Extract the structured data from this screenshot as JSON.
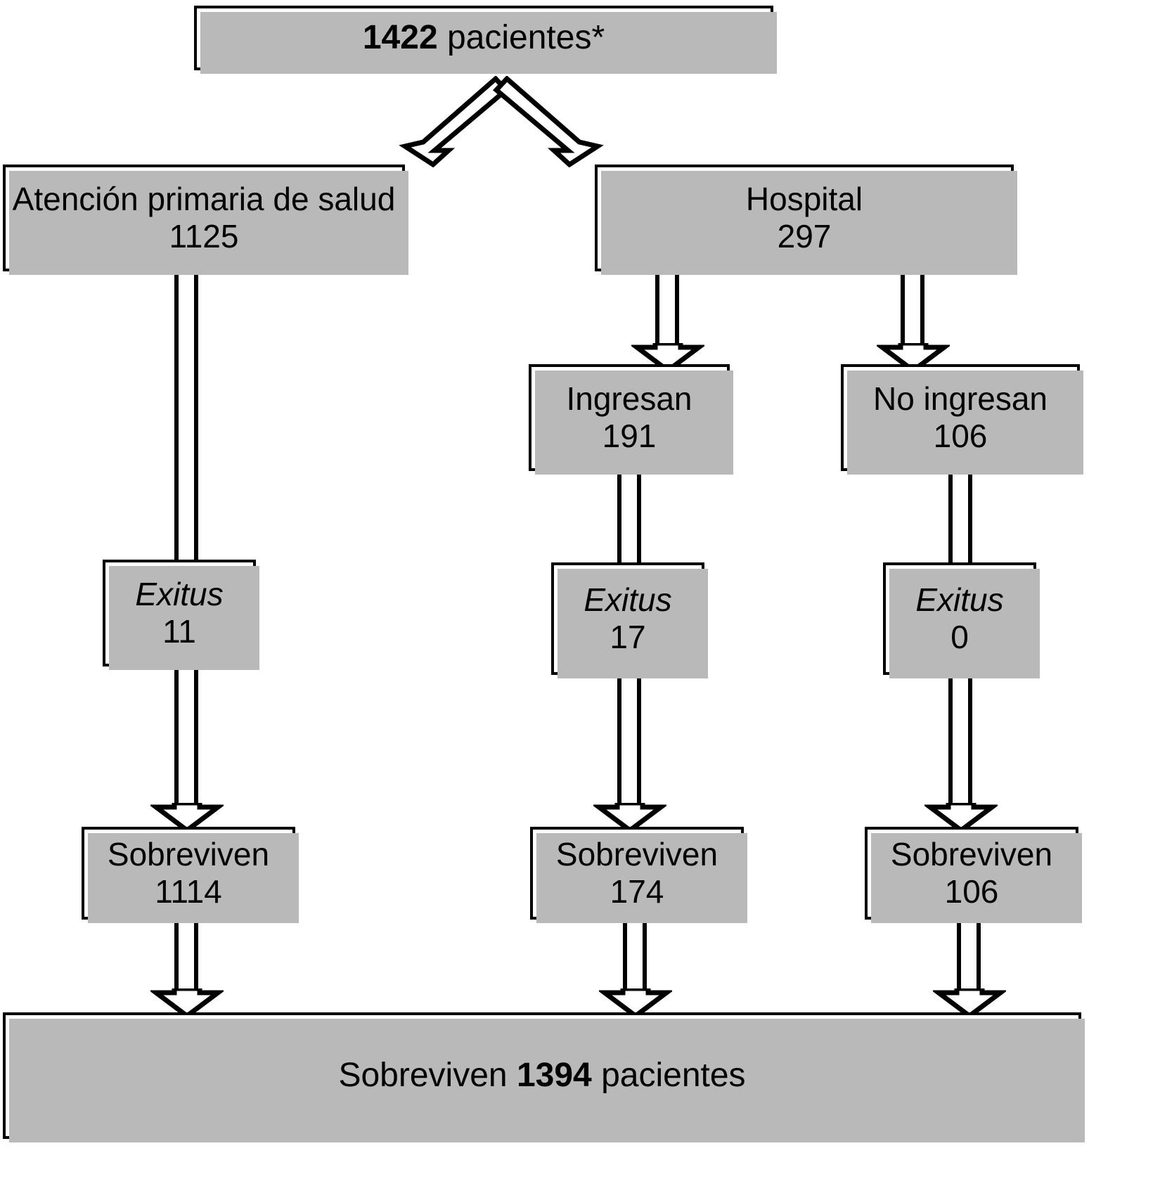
{
  "diagram": {
    "type": "flowchart",
    "language": "es",
    "title_node": {
      "number": "1422",
      "label": "pacientes*"
    },
    "nodes": [
      {
        "id": "total",
        "line1": "1422",
        "line2": "pacientes*"
      },
      {
        "id": "primaria",
        "line1": "Atención primaria de salud",
        "line2": "1125"
      },
      {
        "id": "hospital",
        "line1": "Hospital",
        "line2": "297"
      },
      {
        "id": "ingresan",
        "line1": "Ingresan",
        "line2": "191"
      },
      {
        "id": "no-ingresan",
        "line1": "No ingresan",
        "line2": "106"
      },
      {
        "id": "exitus-1",
        "line1": "Exitus",
        "line2": "11"
      },
      {
        "id": "exitus-2",
        "line1": "Exitus",
        "line2": "17"
      },
      {
        "id": "exitus-3",
        "line1": "Exitus",
        "line2": "0"
      },
      {
        "id": "sobreviven-1",
        "line1": "Sobreviven",
        "line2": "1114"
      },
      {
        "id": "sobreviven-2",
        "line1": "Sobreviven",
        "line2": "174"
      },
      {
        "id": "sobreviven-3",
        "line1": "Sobreviven",
        "line2": "106"
      },
      {
        "id": "total-sobreviven",
        "line1": "Sobreviven",
        "number": "1394",
        "line2": "pacientes"
      }
    ],
    "footnote_marker": "*",
    "colors": {
      "border": "#000000",
      "fill": "#ffffff",
      "shadow": "#b9b9b9",
      "text": "#000000"
    }
  },
  "top": {
    "number": "1422",
    "label": "pacientes*"
  },
  "primaria": {
    "label": "Atención primaria de salud",
    "value": "1125"
  },
  "hospital": {
    "label": "Hospital",
    "value": "297"
  },
  "ingresan": {
    "label": "Ingresan",
    "value": "191"
  },
  "no_ingresan": {
    "label": "No ingresan",
    "value": "106"
  },
  "exitus1": {
    "label": "Exitus",
    "value": "11"
  },
  "exitus2": {
    "label": "Exitus",
    "value": "17"
  },
  "exitus3": {
    "label": "Exitus",
    "value": "0"
  },
  "sobreviven1": {
    "label": "Sobreviven",
    "value": "1114"
  },
  "sobreviven2": {
    "label": "Sobreviven",
    "value": "174"
  },
  "sobreviven3": {
    "label": "Sobreviven",
    "value": "106"
  },
  "bottom": {
    "prefix": "Sobreviven",
    "number": "1394",
    "suffix": "pacientes"
  }
}
